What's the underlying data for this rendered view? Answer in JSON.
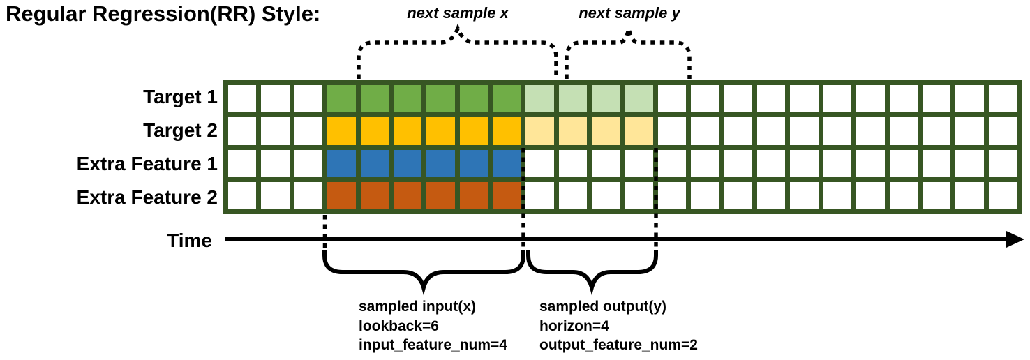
{
  "title": "Regular Regression(RR) Style:",
  "colors": {
    "grid_border": "#375623",
    "target1_input": "#70AD47",
    "target1_output": "#C5E0B4",
    "target2_input": "#FFC000",
    "target2_output": "#FFE699",
    "extra1_input": "#2E75B6",
    "extra2_input": "#C55A11",
    "empty_cell": "#FFFFFF",
    "ink": "#000000"
  },
  "grid": {
    "columns": 24,
    "lead_empty_columns": 3,
    "input_columns": 6,
    "output_columns": 4,
    "border_color": "#375623",
    "rows": [
      {
        "label": "Target 1",
        "input_color": "#70AD47",
        "output_color": "#C5E0B4"
      },
      {
        "label": "Target 2",
        "input_color": "#FFC000",
        "output_color": "#FFE699"
      },
      {
        "label": "Extra Feature 1",
        "input_color": "#2E75B6"
      },
      {
        "label": "Extra Feature 2",
        "input_color": "#C55A11"
      }
    ]
  },
  "annotations": {
    "next_sample_x": "next sample x",
    "next_sample_y": "next sample y",
    "time_label": "Time",
    "input_block": [
      "sampled input(x)",
      "lookback=6",
      "input_feature_num=4"
    ],
    "output_block": [
      "sampled output(y)",
      "horizon=4",
      "output_feature_num=2"
    ]
  }
}
